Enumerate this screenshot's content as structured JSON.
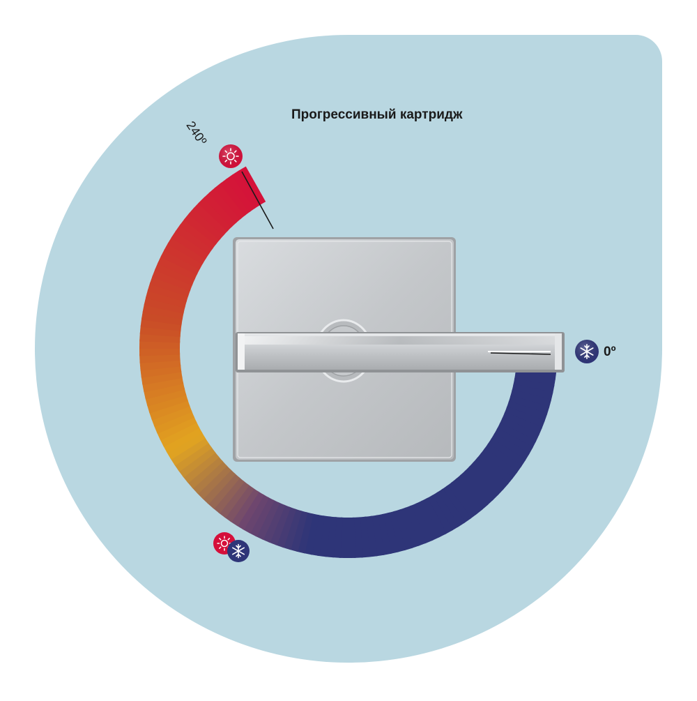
{
  "title": "Прогрессивный картридж",
  "labels": {
    "max_angle": "240º",
    "min_angle": "0º"
  },
  "icons": {
    "hot": "sun-icon",
    "cold": "snowflake-icon",
    "mixed": "hot-cold-mix-icon"
  },
  "colors": {
    "background_drop": "#b9d7e1",
    "hot": "#d50f3a",
    "warm": "#e2a520",
    "cold": "#2e3578",
    "plate": "#c8cbce",
    "lever": "#d4d7da"
  }
}
